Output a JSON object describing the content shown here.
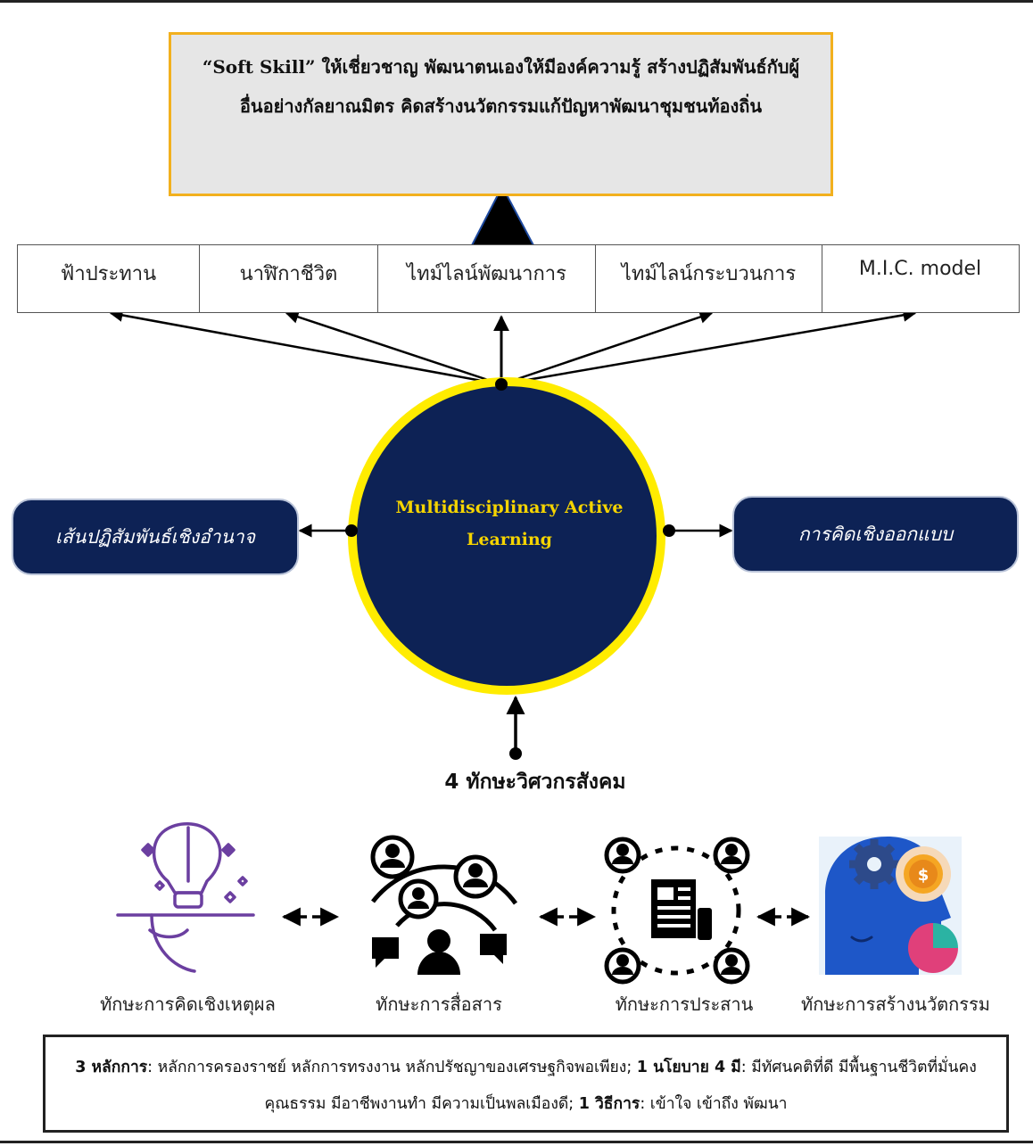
{
  "soft_skill": {
    "lead": "“Soft Skill”",
    "text": " ให้เชี่ยวชาญ พัฒนาตนเองให้มีองค์ความรู้ สร้างปฏิสัมพันธ์กับผู้อื่นอย่างกัลยาณมิตร คิดสร้างนวัตกรรมแก้ปัญหาพัฒนาชุมชนท้องถิ่น"
  },
  "topics": [
    "ฟ้าประทาน",
    "นาฬิกาชีวิต",
    "ไทม์ไลน์พัฒนาการ",
    "ไทม์ไลน์กระบวนการ",
    "M.I.C. model"
  ],
  "center": {
    "line1": "Multidisciplinary Active",
    "line2": "Learning"
  },
  "left_pill": "เส้นปฏิสัมพันธ์เชิงอำนาจ",
  "right_pill": "การคิดเชิงออกแบบ",
  "skills_heading": "4 ทักษะวิศวกรสังคม",
  "skills": [
    {
      "label": "ทักษะการคิดเชิงเหตุผล",
      "icon": "lightbulb-tray-icon"
    },
    {
      "label": "ทักษะการสื่อสาร",
      "icon": "communication-people-icon"
    },
    {
      "label": "ทักษะการประสาน",
      "icon": "coordination-network-icon"
    },
    {
      "label": "ทักษะการสร้างนวัตกรรม",
      "icon": "innovation-head-icon"
    }
  ],
  "principles": {
    "label1": "3 หลักการ",
    "text1": ": หลักการครองราชย์ หลักการทรงงาน หลักปรัชญาของเศรษฐกิจพอเพียง; ",
    "label2": "1 นโยบาย 4 มี",
    "text2": ": มีทัศนคติที่ดี มีพื้นฐานชีวิตที่มั่นคงคุณธรรม มีอาชีพงานทำ มีความเป็นพลเมืองดี; ",
    "label3": "1 วิธีการ",
    "text3": ": เข้าใจ เข้าถึง พัฒนา"
  },
  "colors": {
    "navy": "#0d2255",
    "yellow": "#ffec00",
    "orange_border": "#f2b01e",
    "gray_box": "#e6e6e6",
    "purple_icon": "#6b3fa0",
    "blue_head": "#1e57c8"
  }
}
